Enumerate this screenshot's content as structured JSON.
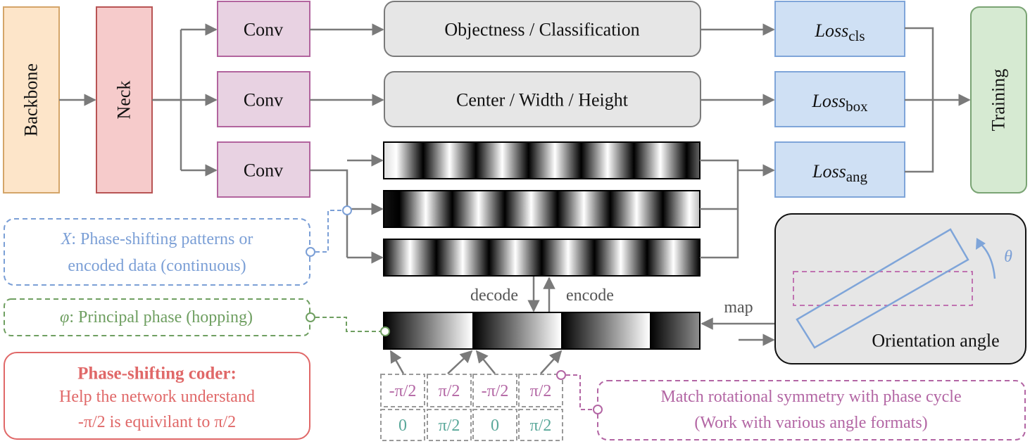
{
  "colors": {
    "backbone_fill": "#fde5c9",
    "backbone_stroke": "#d4a569",
    "neck_fill": "#f6cbcb",
    "neck_stroke": "#b85454",
    "conv_fill": "#e8d2e2",
    "conv_stroke": "#b2649e",
    "head_fill": "#e6e6e6",
    "head_stroke": "#7a7a7a",
    "loss_fill": "#cfe0f4",
    "loss_stroke": "#7fa5d9",
    "training_fill": "#d6ead2",
    "training_stroke": "#7aa474",
    "arrow": "#7a7a7a",
    "blue_text": "#7b9fd6",
    "green_text": "#6f9f61",
    "red_text": "#e06868",
    "purple_text": "#b366a4",
    "teal_text": "#5aa89a"
  },
  "blocks": {
    "backbone": "Backbone",
    "neck": "Neck",
    "conv": [
      "Conv",
      "Conv",
      "Conv"
    ],
    "head_cls": "Objectness / Classification",
    "head_box": "Center / Width / Height",
    "loss_prefix": "Loss",
    "loss_subs": [
      "cls",
      "box",
      "ang"
    ],
    "training": "Training"
  },
  "labels": {
    "decode": "decode",
    "encode": "encode",
    "map": "map",
    "orientation_angle": "Orientation angle",
    "theta": "θ"
  },
  "callouts": {
    "x_var": "X",
    "x_line1": ": Phase-shifting patterns or",
    "x_line2": "encoded data (continuous)",
    "phi_var": "φ",
    "phi_text": ": Principal phase (hopping)",
    "coder_title": "Phase-shifting coder:",
    "coder_line1": "Help the network understand",
    "coder_line2": "-π/2 is equivilant to π/2",
    "match_line1": "Match rotational symmetry with phase cycle",
    "match_line2": "(Work with various angle formats)"
  },
  "phase_table": {
    "top": [
      "-π/2",
      "π/2",
      "-π/2",
      "π/2"
    ],
    "bottom": [
      "0",
      "π/2",
      "0",
      "π/2"
    ]
  }
}
